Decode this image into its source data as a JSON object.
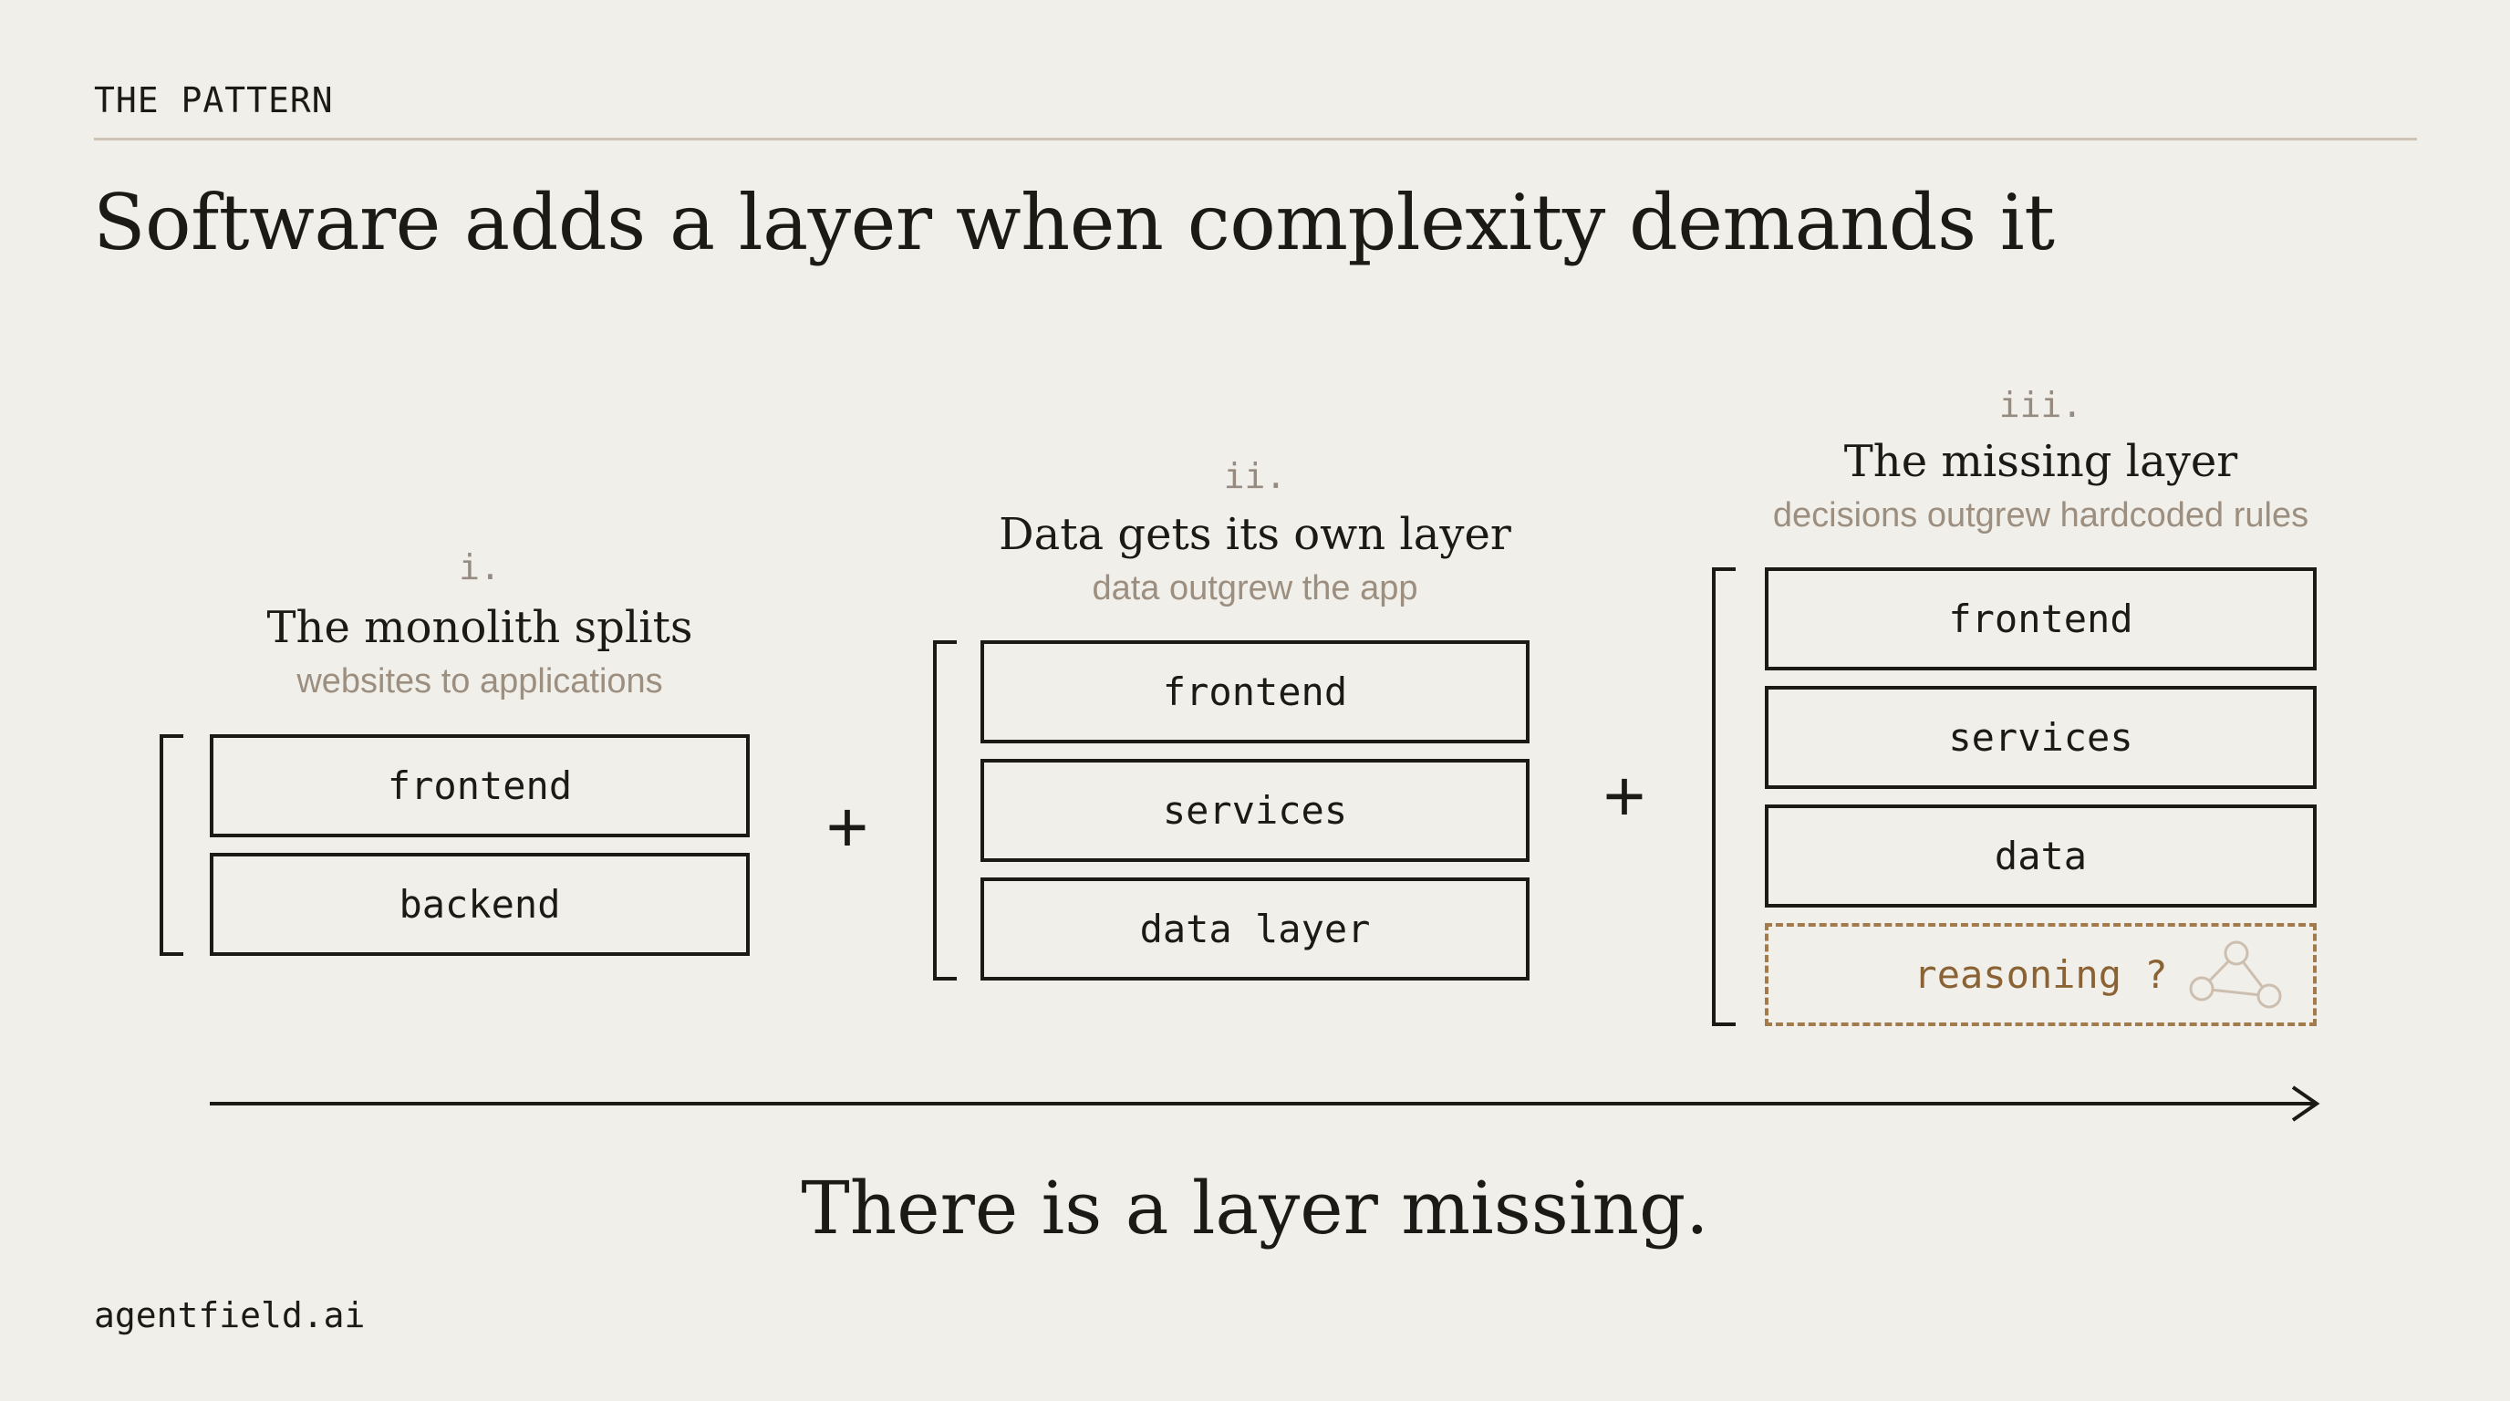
{
  "header": {
    "eyebrow": "THE PATTERN",
    "title": "Software adds a layer when complexity demands it"
  },
  "stages": [
    {
      "numeral": "i.",
      "title": "The monolith splits",
      "subtitle": "websites to applications",
      "layers": [
        "frontend",
        "backend"
      ]
    },
    {
      "numeral": "ii.",
      "title": "Data gets its own layer",
      "subtitle": "data outgrew the app",
      "layers": [
        "frontend",
        "services",
        "data layer"
      ]
    },
    {
      "numeral": "iii.",
      "title": "The missing layer",
      "subtitle": "decisions outgrew hardcoded rules",
      "layers": [
        "frontend",
        "services",
        "data"
      ],
      "missing_layer": "reasoning ?"
    }
  ],
  "connectors": [
    "+",
    "+"
  ],
  "tagline": "There is a layer missing.",
  "footer": "agentfield.ai",
  "colors": {
    "background": "#f1efea",
    "ink": "#1c1a17",
    "muted": "#9c8f80",
    "accent": "#a27a4c",
    "rule": "#cdc3b4"
  },
  "icons": {
    "missing_layer_icon": "network-graph-icon",
    "timeline_arrow": "arrow-right-icon"
  }
}
